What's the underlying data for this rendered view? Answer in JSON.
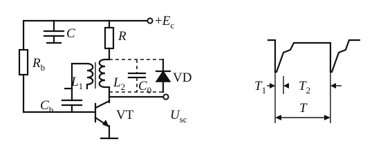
{
  "circuit": {
    "supply": {
      "sign": "+",
      "symbol": "E",
      "sub": "c"
    },
    "capacitor_c": {
      "symbol": "C"
    },
    "resistor_r": {
      "symbol": "R"
    },
    "resistor_rb": {
      "symbol": "R",
      "sub": "b"
    },
    "inductor_l1": {
      "symbol": "L",
      "sub": "1"
    },
    "inductor_l2": {
      "symbol": "L",
      "sub": "2"
    },
    "capacitor_c0": {
      "symbol": "C",
      "sub": "0"
    },
    "diode": {
      "label": "VD"
    },
    "capacitor_cb": {
      "symbol": "C",
      "sub": "b"
    },
    "transistor": {
      "label": "VT"
    },
    "output": {
      "symbol": "U",
      "sub": "sc"
    }
  },
  "waveform": {
    "t1": {
      "symbol": "T",
      "sub": "1"
    },
    "t2": {
      "symbol": "T",
      "sub": "2"
    },
    "period": {
      "symbol": "T"
    }
  }
}
